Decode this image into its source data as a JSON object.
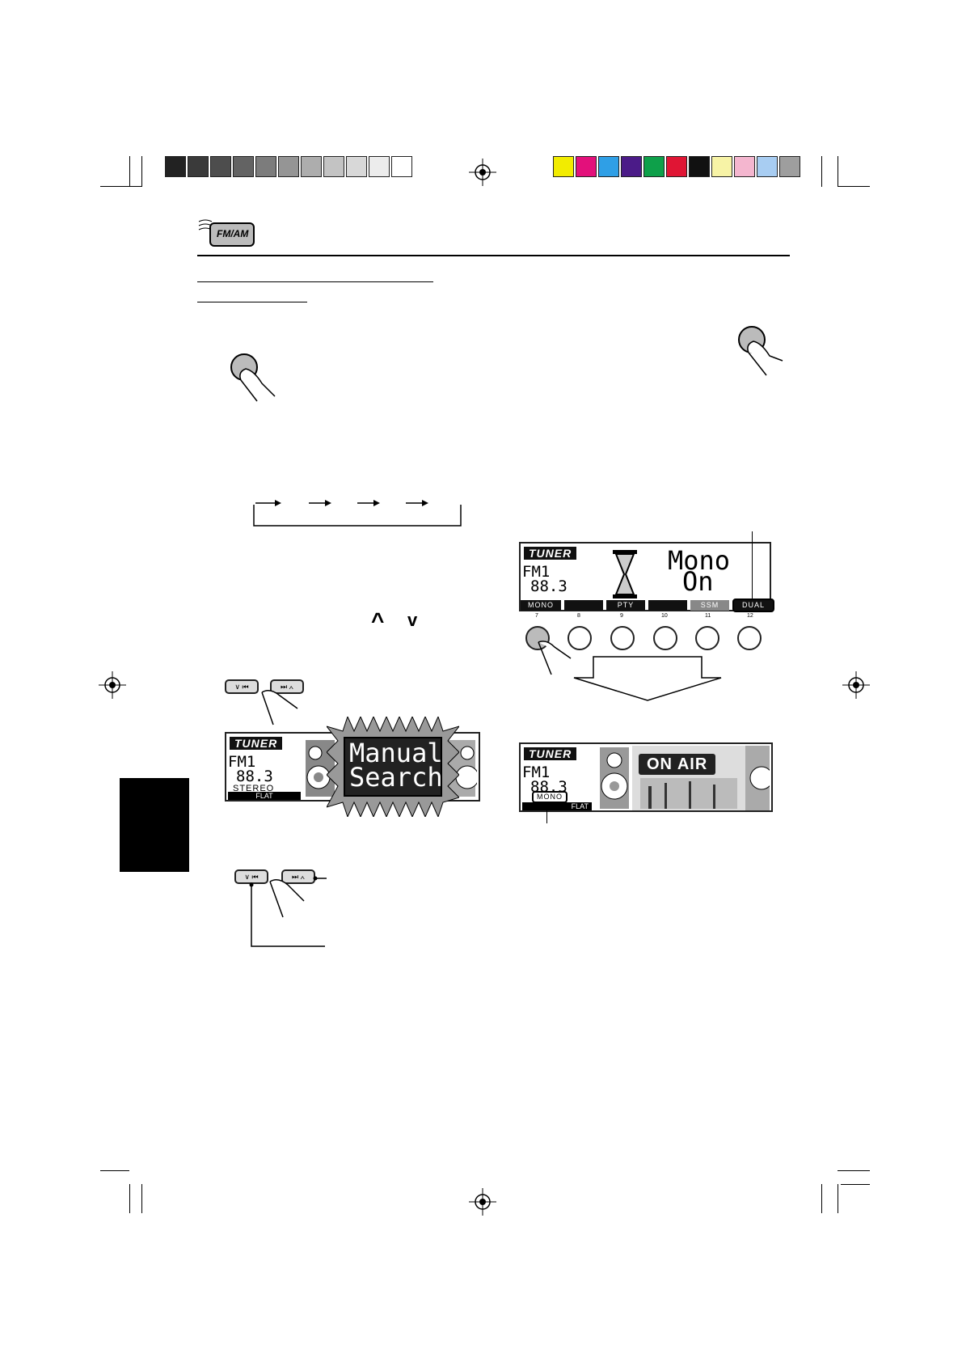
{
  "header": {
    "icon_label": "FM/AM"
  },
  "calibration": {
    "gray_bar": [
      "#222222",
      "#3a3a3a",
      "#4d4d4d",
      "#636363",
      "#7c7c7c",
      "#959595",
      "#adadad",
      "#c3c3c3",
      "#d8d8d8",
      "#ececec",
      "#ffffff"
    ],
    "color_bar": [
      "#f2ec00",
      "#e3107b",
      "#2f9fe6",
      "#4b1b88",
      "#0ea04a",
      "#e01534",
      "#111111",
      "#f7f3a6",
      "#f4b6cf",
      "#a8cdf2",
      "#9e9e9e"
    ]
  },
  "preset_panel": {
    "tuner_label": "TUNER",
    "band": "FM1",
    "frequency": "88.3",
    "message_line1": "Mono",
    "message_line2": "On",
    "softkeys": [
      "MONO",
      "",
      "PTY",
      "",
      "SSM",
      "DUAL"
    ],
    "key_numbers": [
      "7",
      "8",
      "9",
      "10",
      "11",
      "12"
    ]
  },
  "result_panel": {
    "tuner_label": "TUNER",
    "band": "FM1",
    "frequency": "88.3",
    "indicator": "MONO",
    "eq": "FLAT",
    "banner": "ON AIR"
  },
  "search_panel": {
    "tuner_label": "TUNER",
    "band": "FM1",
    "frequency": "88.3",
    "stereo": "STEREO",
    "eq": "FLAT",
    "message_line1": "Manual",
    "message_line2": "Search"
  },
  "buttons": {
    "down_label": "∨ ⏮",
    "up_label": "⏭ ∧",
    "caret_up": "^",
    "caret_down": "v"
  }
}
